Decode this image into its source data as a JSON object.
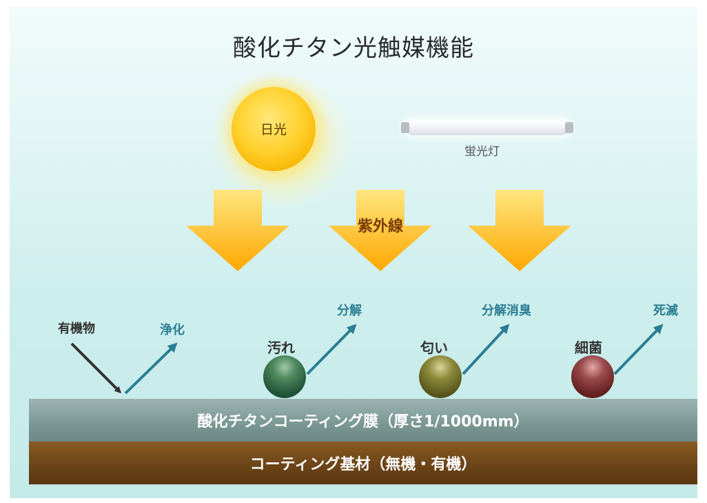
{
  "title": "酸化チタン光触媒機能",
  "light_sources": {
    "sun": "日光",
    "lamp": "蛍光灯"
  },
  "uv_label": "紫外線",
  "reactions": {
    "organic": "有機物",
    "purify": "浄化",
    "dirt": "汚れ",
    "dirt_result": "分解",
    "odor": "匂い",
    "odor_result": "分解消臭",
    "germs": "細菌",
    "germs_result": "死滅"
  },
  "layers": {
    "coating": "酸化チタンコーティング膜（厚さ1/1000mm）",
    "base": "コーティング基材（無機・有機）"
  },
  "colors": {
    "arrow_yellow": "#ffc328",
    "result_blue": "#2a7d93",
    "coating": "#7b9793",
    "base": "#6a4317"
  }
}
